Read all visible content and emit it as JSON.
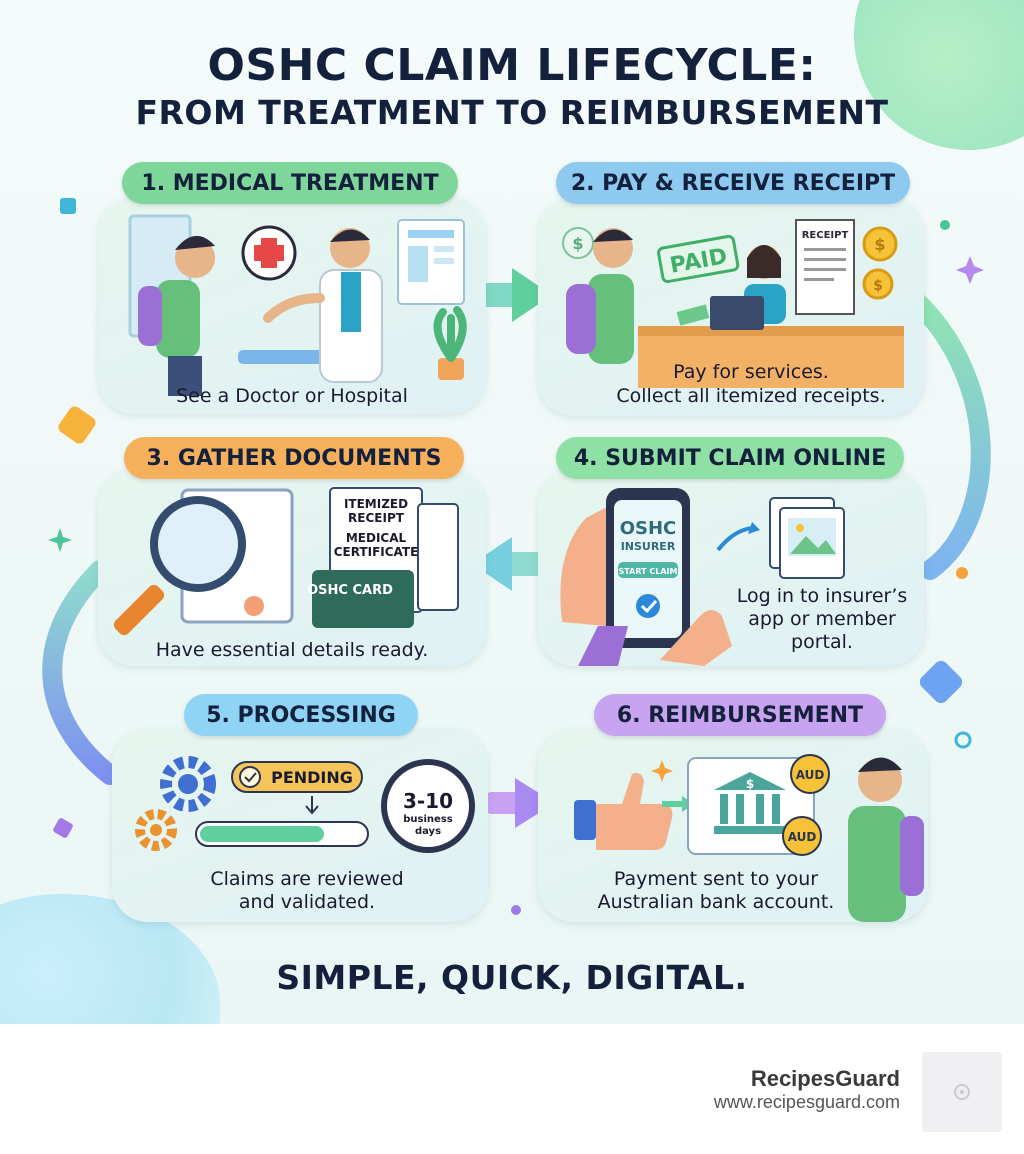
{
  "title": {
    "line1": "OSHC CLAIM LIFECYCLE:",
    "line2": "FROM TREATMENT TO REIMBURSEMENT"
  },
  "steps": [
    {
      "label": "1. MEDICAL TREATMENT",
      "caption": "See a Doctor or Hospital",
      "color": "#7ed69a"
    },
    {
      "label": "2. PAY & RECEIVE RECEIPT",
      "caption_line1": "Pay for services.",
      "caption_line2": "Collect all itemized receipts.",
      "color": "#8ec9f0"
    },
    {
      "label": "3. GATHER DOCUMENTS",
      "caption": "Have essential details ready.",
      "color": "#f6b05c"
    },
    {
      "label": "4. SUBMIT CLAIM ONLINE",
      "caption_line1": "Log in to insurer’s",
      "caption_line2": "app or member",
      "caption_line3": "portal.",
      "color": "#8fe0a4"
    },
    {
      "label": "5. PROCESSING",
      "caption_line1": "Claims are reviewed",
      "caption_line2": "and validated.",
      "color": "#8fd4f4"
    },
    {
      "label": "6. REIMBURSEMENT",
      "caption_line1": "Payment sent to your",
      "caption_line2": "Australian bank account.",
      "color": "#c7a3f0"
    }
  ],
  "illustration_text": {
    "paid_stamp": "PAID",
    "receipt_title": "RECEIPT",
    "itemized_receipt_line1": "ITEMIZED",
    "itemized_receipt_line2": "RECEIPT",
    "medical_certificate_line1": "MEDICAL",
    "medical_certificate_line2": "CERTIFICATE",
    "oshc_card": "OSHC CARD",
    "phone_brand_line1": "OSHC",
    "phone_brand_line2": "INSURER",
    "start_claim": "START CLAIM",
    "pending": "PENDING",
    "days_range": "3-10",
    "days_unit_line1": "business",
    "days_unit_line2": "days",
    "currency": "AUD",
    "dollar": "$"
  },
  "tagline": "SIMPLE, QUICK, DIGITAL.",
  "footer": {
    "brand": "RecipesGuard",
    "url": "www.recipesguard.com"
  }
}
